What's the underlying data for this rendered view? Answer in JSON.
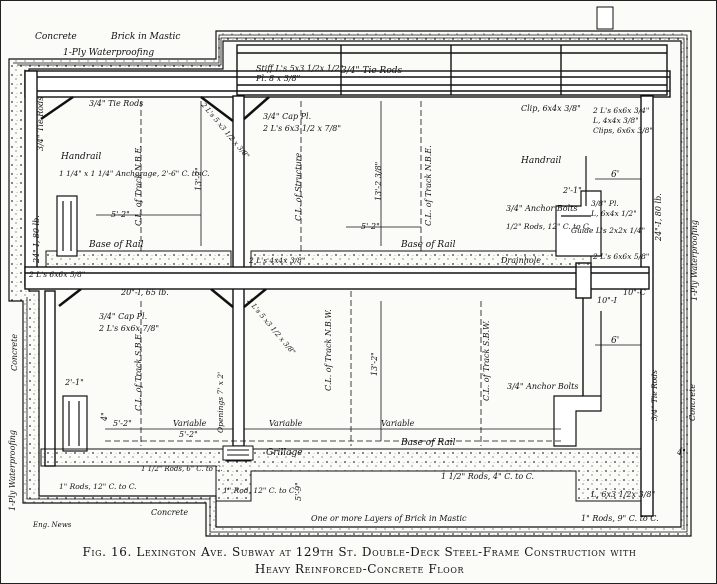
{
  "labels": {
    "concrete_tl": "Concrete",
    "brick_mastic_top": "Brick in Mastic",
    "waterproof_top": "1-Ply Waterproofing",
    "tie_rods_top": "3/4\" Tie Rods",
    "tie_rods_left": "3/4\" Tie Rods",
    "stiff": "Stiff L's 5x3 1/2x 1/2\"",
    "pl": "Pl. 8 x 3/8\"",
    "tie_rods_mid": "3/4\" Tie Rods",
    "angle_tl": "2 L's 5 x3 1/2 x 3/8\"",
    "cap_pl_top": "3/4\" Cap Pl.",
    "ls_top": "2 L's 6x3 1/2 x 7/8\"",
    "handrail_left": "Handrail",
    "anchorage": "1 1/4\" x 1 1/4\" Anchorage, 2'-6\" C. to C.",
    "cl_track_nbe_left": "C.L. of Track N.B.E.",
    "dim_13_2_left": "13'-2\"",
    "dim_5_2_a": "5'-2\"",
    "cl_structure": "C.L. of Structure",
    "col_24_80_left": "24\"-I, 80 lb.",
    "base_rail_tl": "Base of Rail",
    "dim_13_2_mid": "13'-2 3/8\"",
    "cl_track_nbe_mid": "C.L. of Track N.B.E.",
    "dim_5_2_b": "5'-2\"",
    "base_rail_tm": "Base of Rail",
    "clip_top": "Clip, 6x4x 3/8\"",
    "ls_right_top": "2 L's 6x6x 3/4\"",
    "l_right": "L, 4x4x 3/8\"",
    "clips_right": "Clips, 6x6x 3/8\"",
    "handrail_right": "Handrail",
    "dim_6_top": "6'",
    "dim_2_1": "2'-1\"",
    "anchor_bolts_top": "3/4\" Anchor Bolts",
    "rods_12": "1/2\" Rods, 12\" C. to C.",
    "pl_right": "3/8\" Pl.",
    "l_6x4": "L, 6x4x 1/2\"",
    "guide": "Guide L's 2x2x 1/4\"",
    "col_24_80_right": "24\"-I, 80 lb.",
    "drainhole": "Drainhole",
    "ls_mid_right": "2 L's 6x6x 5/8\"",
    "ls_mid_left": "2 L's 6x6x 5/8\"",
    "beam_20_65": "20\"-I, 65 lb.",
    "ls_mid_center": "2 L's 4x4x 3/8\"",
    "i_10_left": "10\"-I",
    "c_10": "10\"-C",
    "waterproof_right": "1-Ply Waterproofing",
    "cap_pl_low": "3/4\" Cap Pl.",
    "ls_low": "2 L's 6x6x 7/8\"",
    "angle_low": "2 L's 5 x3 1/2 x 3/8\"",
    "dim_13_2_low": "13'-2\"",
    "cl_track_sbe": "C.L. of Track S.B.E.",
    "cl_track_nbw": "C.L. of Track N.B.W.",
    "cl_track_sbw": "C.L. of Track S.B.W.",
    "dim_6_low": "6'",
    "anchor_bolts_low": "3/4\" Anchor Bolts",
    "concrete_left": "Concrete",
    "dim_2_1_low": "2'-1\"",
    "openings": "Openings 7' x 2'",
    "dim_5_2_c": "5'-2\"",
    "variable_1": "Variable",
    "dim_5_2_d": "5'-2\"",
    "variable_2": "Variable",
    "variable_3": "Variable",
    "base_rail_low": "Base of Rail",
    "tie_rods_right": "3/4\" Tie Rods",
    "concrete_right": "Concrete",
    "waterproof_left": "1-Ply Waterproofing",
    "grillage": "Grillage",
    "rods_left_low": "1 1/2\" Rods, 6\" C. to C.",
    "rods_bottom_mid": "1 1/2\" Rods, 4\" C. to C.",
    "l_bottom_right": "L, 6x3 1/2x 3/8\"",
    "rods_bottom_right": "1\" Rods, 9\" C. to C.",
    "rod_12": "1\" Rod, 12\" C. to C.",
    "rods_bl": "1\" Rods, 12\" C. to C.",
    "concrete_bottom": "Concrete",
    "brick_layers": "One or more Layers of Brick in Mastic",
    "dim_5_9": "5'-9\"",
    "dim_4": "4\"",
    "dim_4_right": "4\"",
    "eng_news": "Eng. News"
  },
  "caption": {
    "fig": "Fig. 16.",
    "line1": "Lexington Ave. Subway at 129th St.   Double-Deck Steel-Frame Construction with",
    "line2": "Heavy Reinforced-Concrete Floor"
  }
}
